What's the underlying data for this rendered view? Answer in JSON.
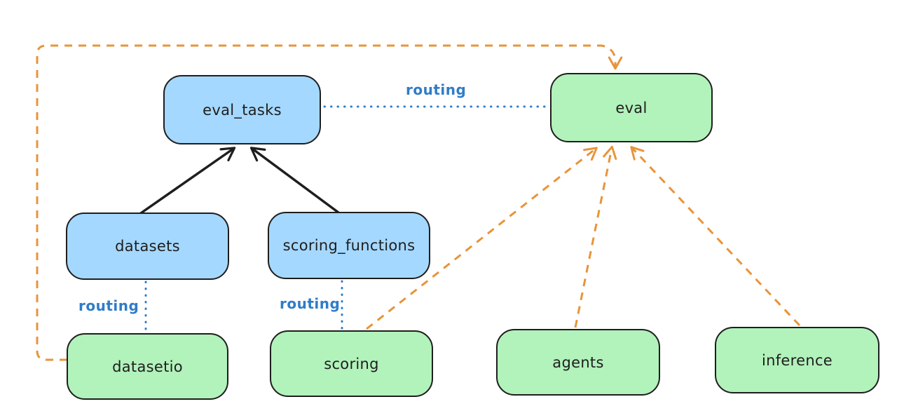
{
  "diagram": {
    "background": "#ffffff",
    "colors": {
      "api_box_fill": "#a5d8ff",
      "provider_box_fill": "#b2f2bb",
      "box_stroke": "#1e1e1e",
      "solid_arrow": "#1e1e1e",
      "routing_blue": "#2f7cc9",
      "provider_arrow_orange": "#e8943a"
    },
    "nodes": [
      {
        "id": "eval_tasks",
        "label": "eval_tasks",
        "color": "blue"
      },
      {
        "id": "eval",
        "label": "eval",
        "color": "green"
      },
      {
        "id": "datasets",
        "label": "datasets",
        "color": "blue"
      },
      {
        "id": "scoring_functions",
        "label": "scoring_functions",
        "color": "blue"
      },
      {
        "id": "datasetio",
        "label": "datasetio",
        "color": "green"
      },
      {
        "id": "scoring",
        "label": "scoring",
        "color": "green"
      },
      {
        "id": "agents",
        "label": "agents",
        "color": "green"
      },
      {
        "id": "inference",
        "label": "inference",
        "color": "green"
      }
    ],
    "edges": [
      {
        "from": "datasets",
        "to": "eval_tasks",
        "style": "solid",
        "color": "black",
        "label": ""
      },
      {
        "from": "scoring_functions",
        "to": "eval_tasks",
        "style": "solid",
        "color": "black",
        "label": ""
      },
      {
        "from": "eval_tasks",
        "to": "eval",
        "style": "dotted",
        "color": "blue",
        "label": "routing"
      },
      {
        "from": "datasets",
        "to": "datasetio",
        "style": "dotted",
        "color": "blue",
        "label": "routing"
      },
      {
        "from": "scoring_functions",
        "to": "scoring",
        "style": "dotted",
        "color": "blue",
        "label": "routing"
      },
      {
        "from": "datasetio",
        "to": "eval",
        "style": "dashed",
        "color": "orange",
        "label": ""
      },
      {
        "from": "scoring",
        "to": "eval",
        "style": "dashed",
        "color": "orange",
        "label": ""
      },
      {
        "from": "agents",
        "to": "eval",
        "style": "dashed",
        "color": "orange",
        "label": ""
      },
      {
        "from": "inference",
        "to": "eval",
        "style": "dashed",
        "color": "orange",
        "label": ""
      }
    ]
  }
}
